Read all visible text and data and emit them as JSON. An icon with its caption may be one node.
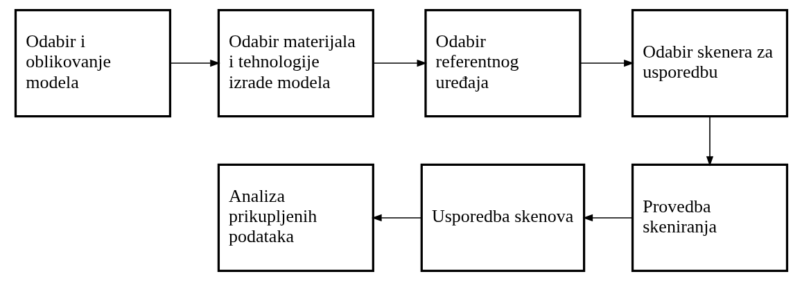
{
  "diagram": {
    "nodes": [
      {
        "text": [
          "Odabir i oblikovanje modela"
        ]
      },
      {
        "text": [
          "Odabir materijala i tehnologije izrade modela"
        ]
      },
      {
        "text": [
          "Odabir referentnog uređaja"
        ]
      },
      {
        "text": [
          "Odabir skenera za usporedbu"
        ]
      },
      {
        "text": [
          "Provedba skeniranja"
        ]
      },
      {
        "text": [
          "Usporedba skenova"
        ]
      },
      {
        "text": [
          "Analiza prikupljenih podataka"
        ]
      }
    ],
    "edges": [
      {
        "from": 0,
        "to": 1,
        "arrow": "to"
      },
      {
        "from": 1,
        "to": 2,
        "arrow": "to"
      },
      {
        "from": 2,
        "to": 3,
        "arrow": "to"
      },
      {
        "from": 3,
        "to": 4,
        "arrow": "to"
      },
      {
        "from": 4,
        "to": 5,
        "arrow": "to"
      },
      {
        "from": 5,
        "to": 6,
        "arrow": "to"
      }
    ]
  }
}
